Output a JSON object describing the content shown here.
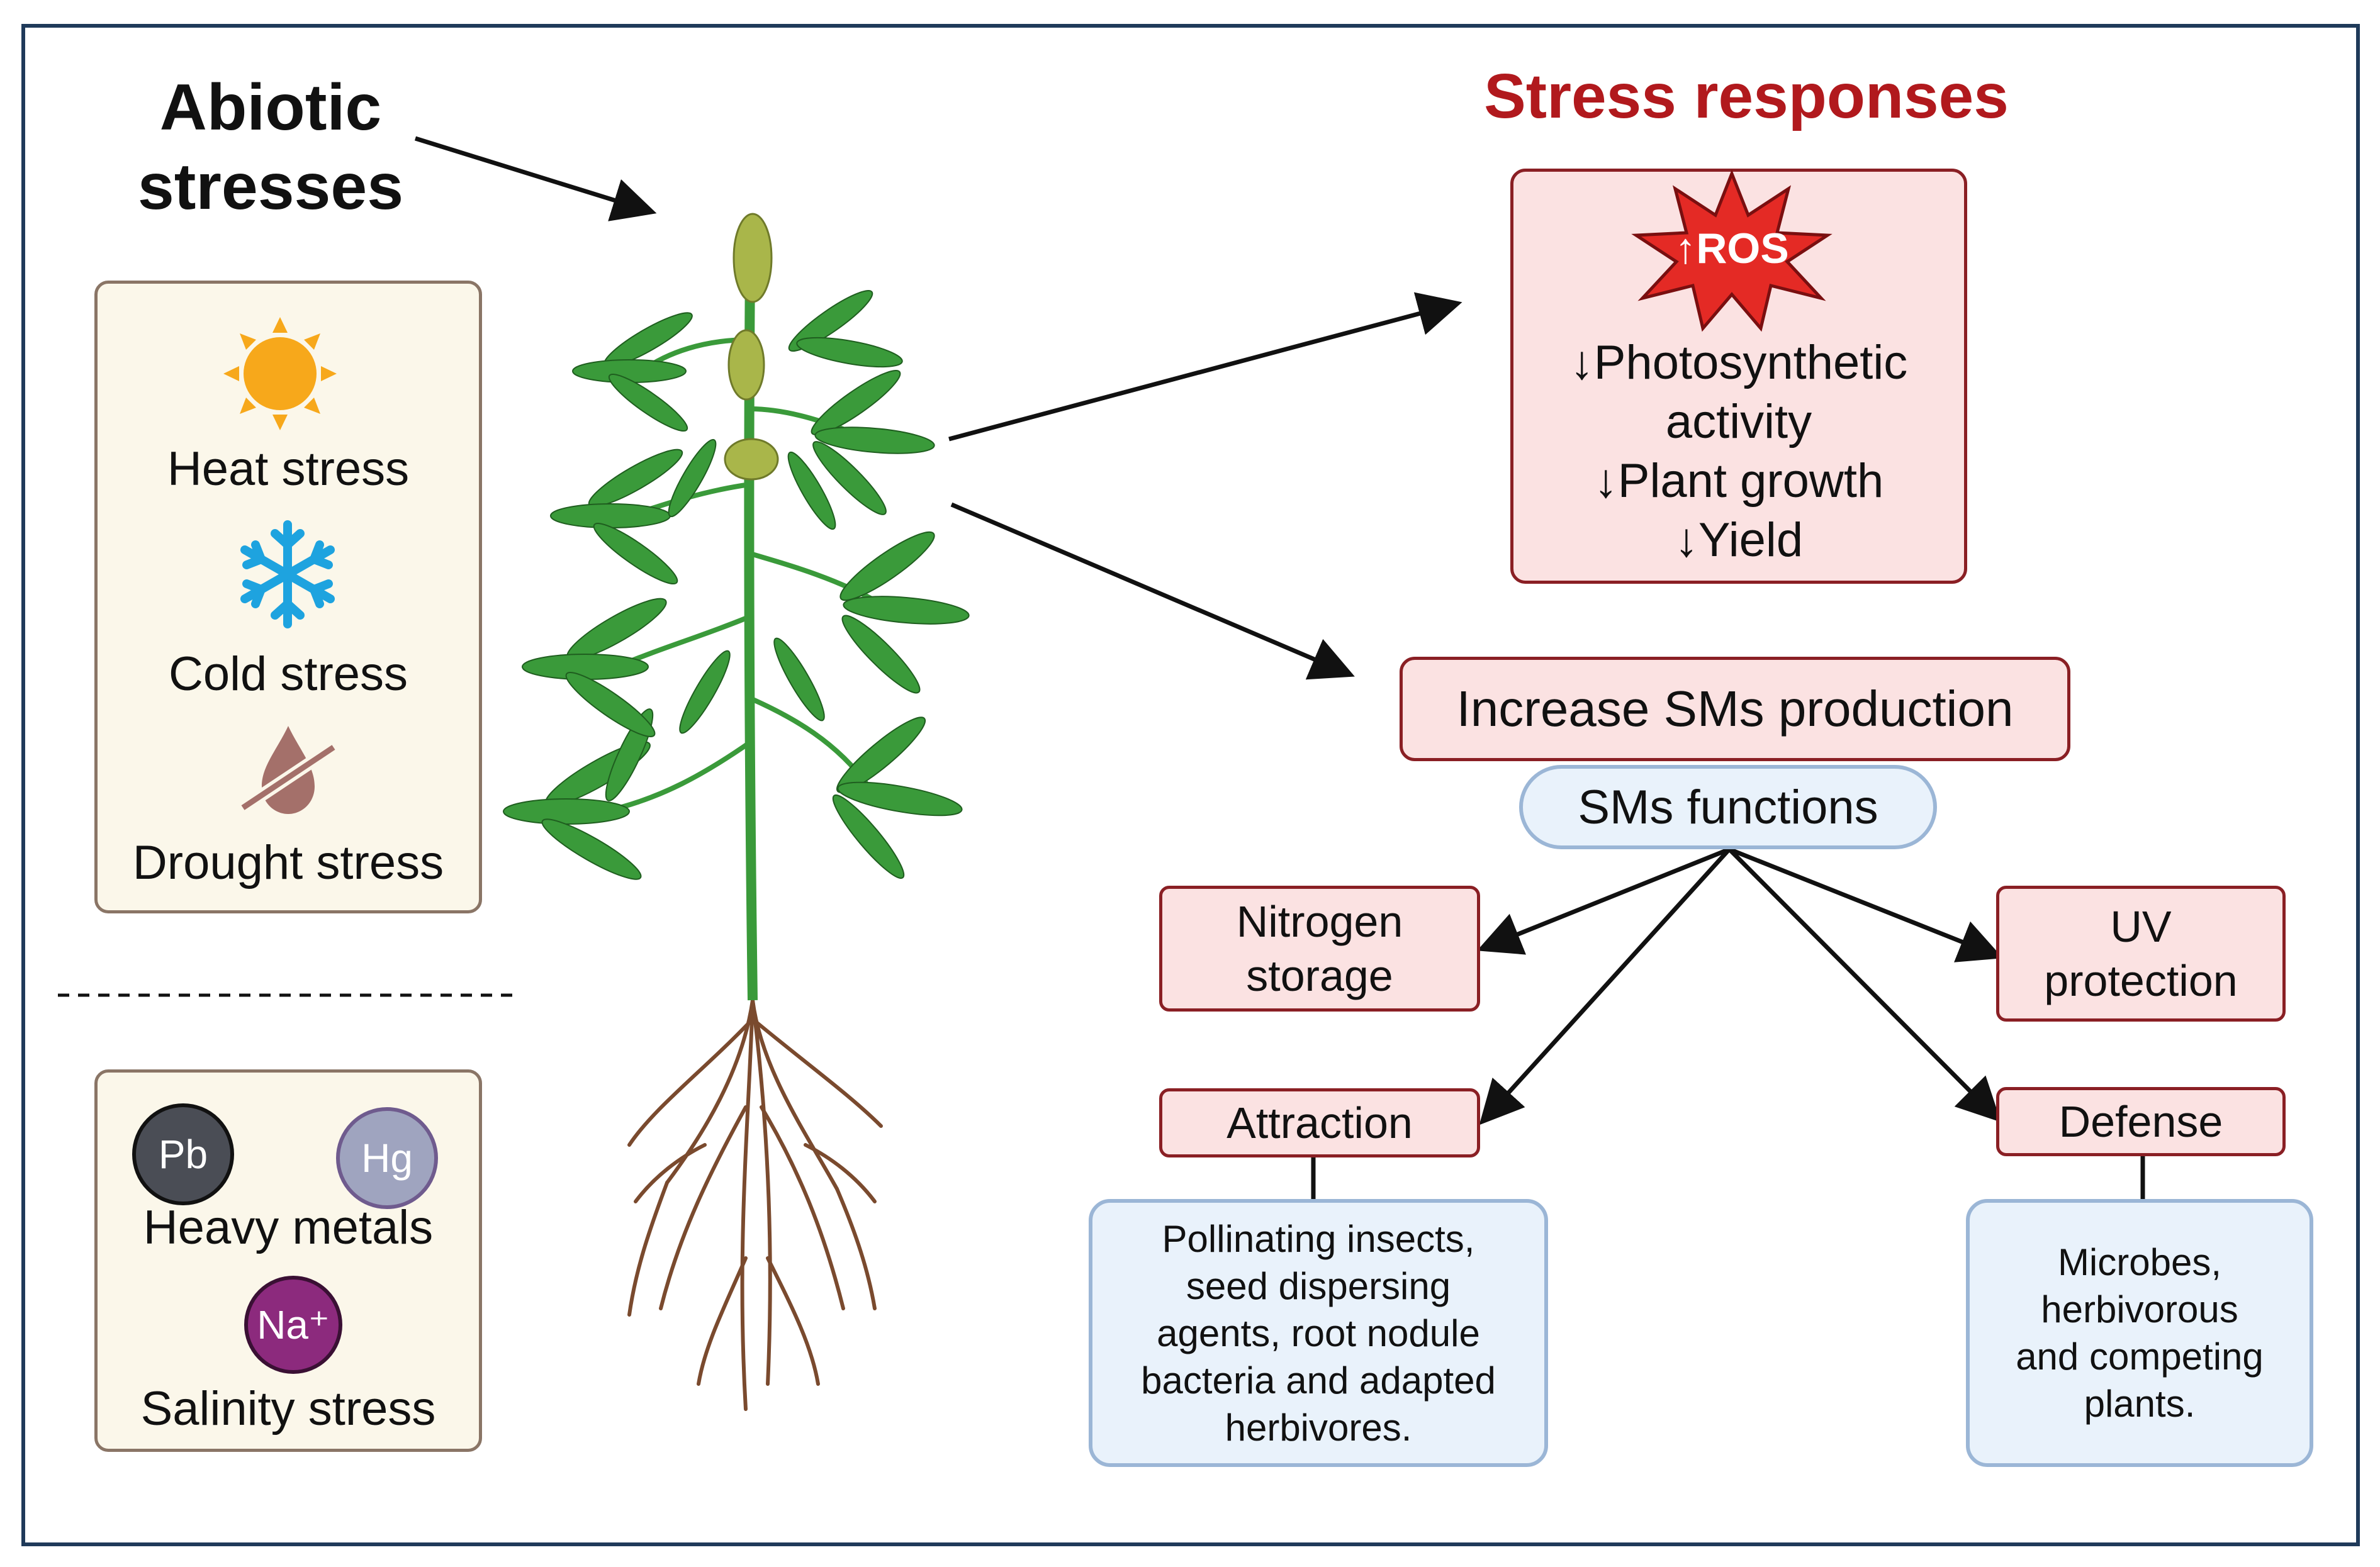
{
  "abiotic": {
    "title_line1": "Abiotic",
    "title_line2": "stresses"
  },
  "stresses_box": {
    "heat": {
      "label": "Heat stress",
      "icon": "sun-icon"
    },
    "cold": {
      "label": "Cold stress",
      "icon": "snowflake-icon"
    },
    "drought": {
      "label": "Drought stress",
      "icon": "no-water-drop-icon"
    }
  },
  "metals_box": {
    "pb": "Pb",
    "hg": "Hg",
    "na": "Na⁺",
    "heavy_label": "Heavy metals",
    "salinity_label": "Salinity stress"
  },
  "responses": {
    "title": "Stress responses",
    "ros": "↑ROS",
    "line1": "↓Photosynthetic",
    "line2": "activity",
    "line3": "↓Plant growth",
    "line4": "↓Yield"
  },
  "sms": {
    "increase": "Increase SMs production",
    "functions": "SMs functions",
    "nitrogen_line1": "Nitrogen",
    "nitrogen_line2": "storage",
    "uv_line1": "UV",
    "uv_line2": "protection",
    "attraction": "Attraction",
    "defense": "Defense",
    "attraction_detail": [
      "Pollinating insects,",
      "seed dispersing",
      "agents, root nodule",
      "bacteria and adapted",
      "herbivores."
    ],
    "defense_detail": [
      "Microbes,",
      "herbivorous",
      "and competing",
      "plants."
    ]
  },
  "colors": {
    "title_red": "#b1191d",
    "pink_fill": "#fbe2e2",
    "pink_border": "#8a1f24",
    "blue_fill": "#e9f2fb",
    "blue_border": "#9bb6d6",
    "beige_fill": "#fbf7ea",
    "leaf_green": "#3a9a3a",
    "root_brown": "#7a4a2e"
  }
}
